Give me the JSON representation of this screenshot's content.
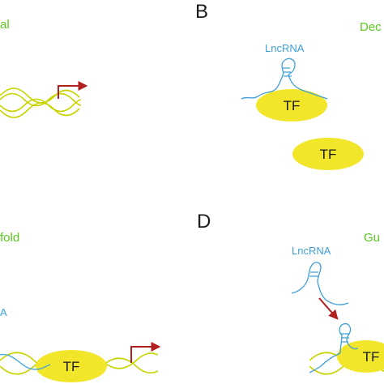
{
  "colors": {
    "panel_title": "#5ac81e",
    "dna": "#c8d400",
    "tf_fill": "#f2e62a",
    "lncrna": "#3fa0d8",
    "arrow": "#b0201e",
    "letter": "#1a1a1a"
  },
  "panels": {
    "a": {
      "title": "al"
    },
    "b": {
      "letter": "B",
      "title": "Dec",
      "lncrna_label": "LncRNA",
      "tf_label_1": "TF",
      "tf_label_2": "TF"
    },
    "c": {
      "title": "fold",
      "lncrna_label": "A",
      "tf_label": "TF"
    },
    "d": {
      "letter": "D",
      "title": "Gu",
      "lncrna_label": "LncRNA",
      "tf_label": "TF"
    }
  }
}
